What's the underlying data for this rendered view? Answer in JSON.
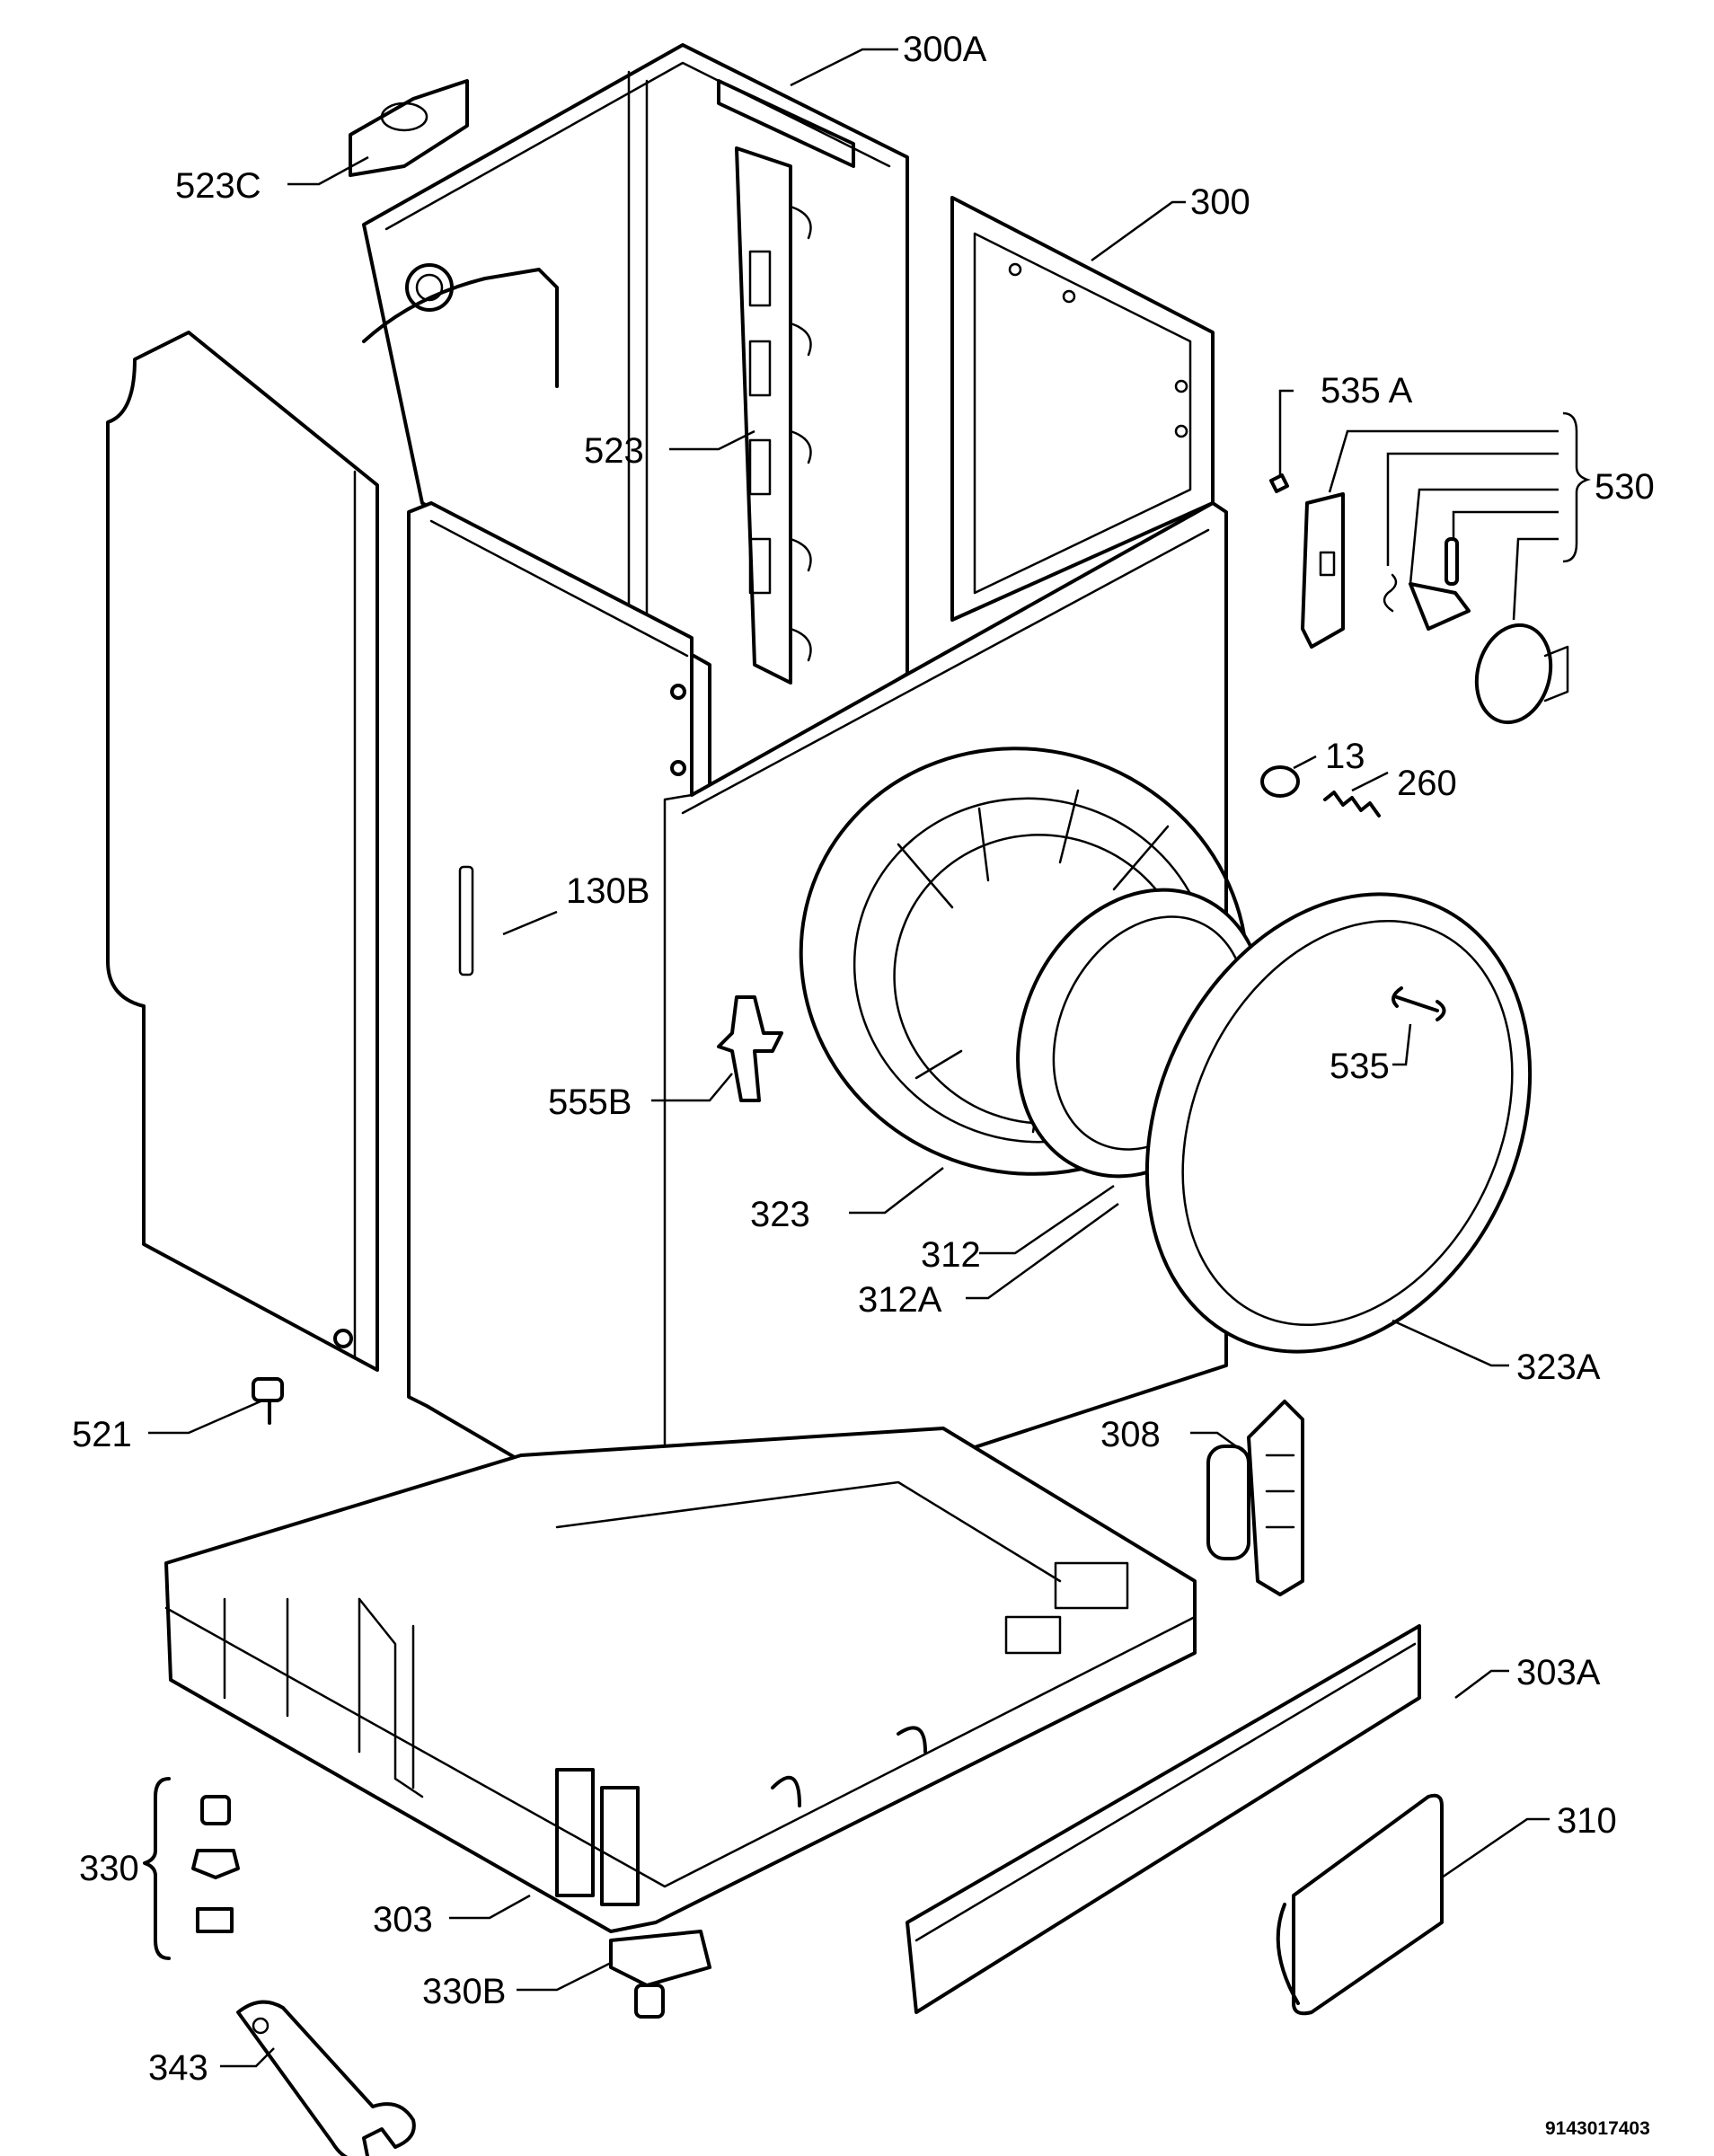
{
  "labels": {
    "300A": "300A",
    "523C": "523C",
    "300": "300",
    "535A": "535 A",
    "530": "530",
    "523": "523",
    "13": "13",
    "260": "260",
    "130B": "130B",
    "535": "535",
    "555B": "555B",
    "323": "323",
    "312": "312",
    "312A": "312A",
    "323A": "323A",
    "521": "521",
    "308": "308",
    "303A": "303A",
    "310": "310",
    "330": "330",
    "303": "303",
    "330B": "330B",
    "343": "343"
  },
  "drawing_code": "9143017403"
}
